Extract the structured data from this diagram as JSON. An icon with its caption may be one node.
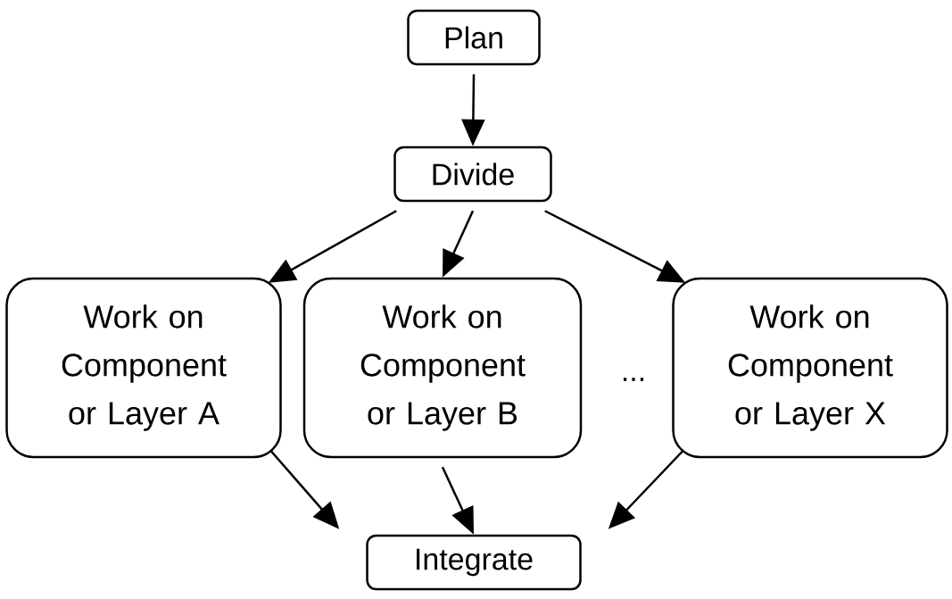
{
  "diagram": {
    "nodes": [
      {
        "text": [
          "Plan"
        ]
      },
      {
        "text": [
          "Divide"
        ]
      },
      {
        "text": [
          "Work on Component or Layer A"
        ]
      },
      {
        "text": [
          "Work on Component or Layer B"
        ]
      },
      {
        "text": [
          "Work on Component or Layer X"
        ]
      },
      {
        "text": [
          "Integrate"
        ]
      }
    ],
    "edges": [
      {
        "from": 0,
        "to": 1,
        "arrow": "to"
      },
      {
        "from": 1,
        "to": 2,
        "arrow": "to"
      },
      {
        "from": 1,
        "to": 3,
        "arrow": "to"
      },
      {
        "from": 1,
        "to": 4,
        "arrow": "to"
      },
      {
        "from": 2,
        "to": 5,
        "arrow": "to"
      },
      {
        "from": 3,
        "to": 5,
        "arrow": "to"
      },
      {
        "from": 4,
        "to": 5,
        "arrow": "to"
      }
    ],
    "labels": [
      "..."
    ]
  }
}
